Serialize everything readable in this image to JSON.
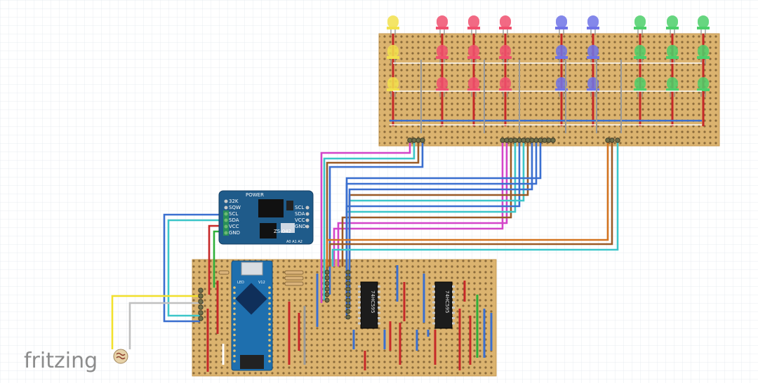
{
  "brand": {
    "name": "fritzing"
  },
  "rtc_module": {
    "power_label": "POWER",
    "left_pins": [
      "32K",
      "SQW",
      "SCL",
      "SDA",
      "VCC",
      "GND"
    ],
    "right_pins": [
      "SCL",
      "SDA",
      "VCC",
      "GND"
    ],
    "part_label": "ZS-042",
    "addr_label": "A0 A1 A2"
  },
  "arduino": {
    "label_top": "LED",
    "label_pwr": "V12"
  },
  "shift_registers": [
    {
      "label": "74HC595"
    },
    {
      "label": "74HC595"
    }
  ],
  "led_groups": [
    {
      "color_name": "yellow",
      "color": "#f2e14c",
      "columns": 1
    },
    {
      "color_name": "red",
      "color": "#f0506e",
      "columns": 3
    },
    {
      "color_name": "blue",
      "color": "#6f73e6",
      "columns": 2
    },
    {
      "color_name": "green",
      "color": "#4ccf6a",
      "columns": 3
    }
  ],
  "colors": {
    "stripboard": "#dbb36f",
    "board_dark": "#c79a52",
    "rtc": "#1f5b8a",
    "arduino": "#1e6fae",
    "wire_magenta": "#d445c9",
    "wire_blue": "#3a6fd0",
    "wire_brown": "#9a5a26",
    "wire_cyan": "#3cc6c9",
    "wire_orange": "#d47420",
    "wire_red": "#c62828",
    "wire_yellow": "#f2e12c",
    "wire_green": "#2fb03a",
    "wire_gray": "#9a9a9a"
  }
}
